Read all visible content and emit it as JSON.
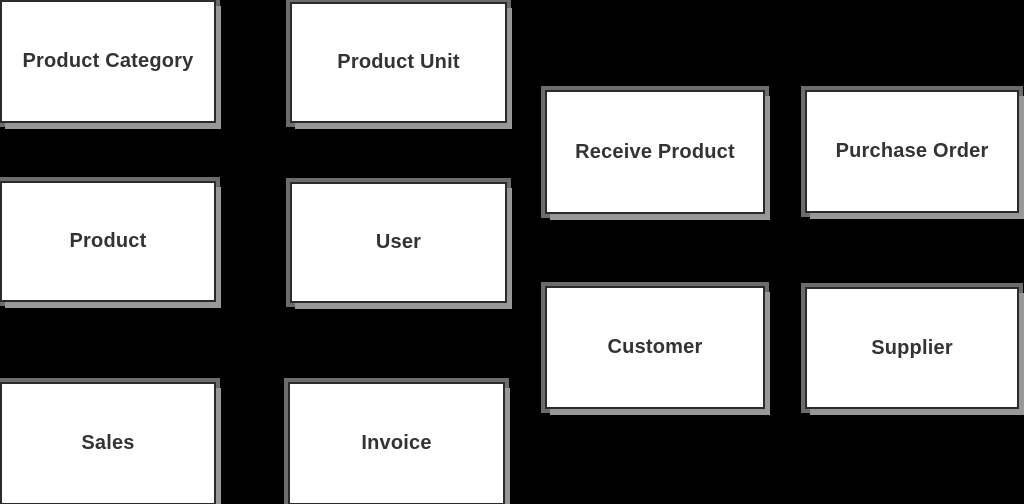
{
  "canvas": {
    "background_color": "#000000"
  },
  "node_style": {
    "fill_color": "#ffffff",
    "border_color": "#2b2b2b",
    "shadow_color": "#999999",
    "text_color": "#333333"
  },
  "nodes": [
    {
      "id": "product-category",
      "label": "Product Category"
    },
    {
      "id": "product-unit",
      "label": "Product Unit"
    },
    {
      "id": "receive-product",
      "label": "Receive Product"
    },
    {
      "id": "purchase-order",
      "label": "Purchase Order"
    },
    {
      "id": "product",
      "label": "Product"
    },
    {
      "id": "user",
      "label": "User"
    },
    {
      "id": "customer",
      "label": "Customer"
    },
    {
      "id": "supplier",
      "label": "Supplier"
    },
    {
      "id": "sales",
      "label": "Sales"
    },
    {
      "id": "invoice",
      "label": "Invoice"
    }
  ]
}
